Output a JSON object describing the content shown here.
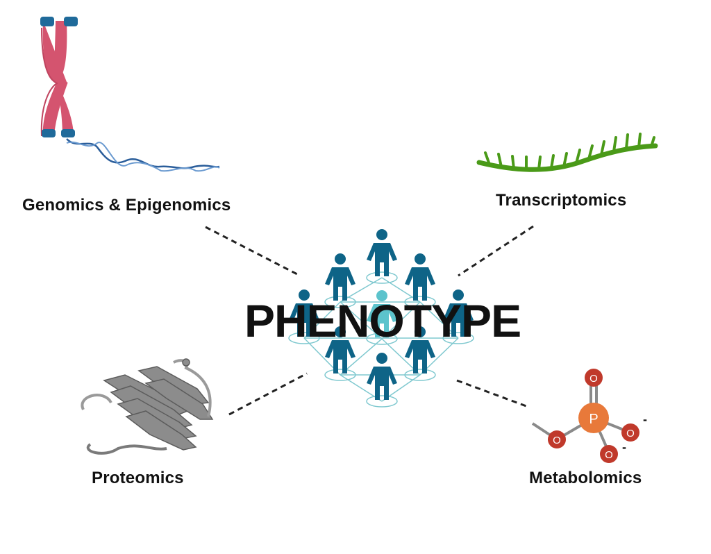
{
  "center": {
    "title": "PHENOTYPE"
  },
  "omics": [
    {
      "id": "genomics",
      "label": "Genomics & Epigenomics",
      "icon": "chromosome-icon"
    },
    {
      "id": "transcriptomics",
      "label": "Transcriptomics",
      "icon": "rna-strand-icon"
    },
    {
      "id": "proteomics",
      "label": "Proteomics",
      "icon": "protein-structure-icon"
    },
    {
      "id": "metabolomics",
      "label": "Metabolomics",
      "icon": "phosphate-molecule-icon"
    }
  ],
  "molecule": {
    "atoms": [
      "P",
      "O",
      "O",
      "O",
      "O"
    ],
    "charges": [
      "-",
      "-"
    ]
  },
  "colors": {
    "chromosome": "#d4546f",
    "chromosome_tip": "#1f6a9a",
    "dna": "#2a5d9a",
    "rna": "#4a9a18",
    "people": "#0e6487",
    "people_highlight": "#5cc3cc",
    "network": "#7ec8cf",
    "protein": "#8c8c8c",
    "phosphorus": "#e8793a",
    "oxygen": "#c0392b",
    "bond": "#8a8a8a",
    "text": "#111111"
  }
}
